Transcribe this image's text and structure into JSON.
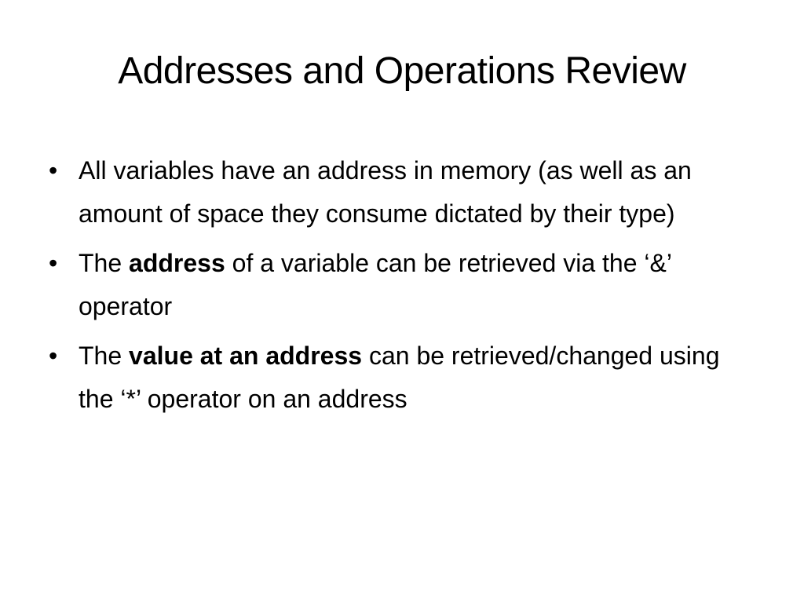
{
  "slide": {
    "title": "Addresses and Operations Review",
    "bullet_symbol": "•",
    "bullets": [
      {
        "text": "All variables have an address in memory (as well as an amount of space they consume dictated by their type)"
      },
      {
        "text_before": "The ",
        "bold": "address",
        "text_after": " of a variable can be retrieved via the ‘&’ operator"
      },
      {
        "text_before": "The ",
        "bold": "value at an address",
        "text_after": " can be retrieved/changed using the ‘*’ operator on an address"
      }
    ]
  }
}
